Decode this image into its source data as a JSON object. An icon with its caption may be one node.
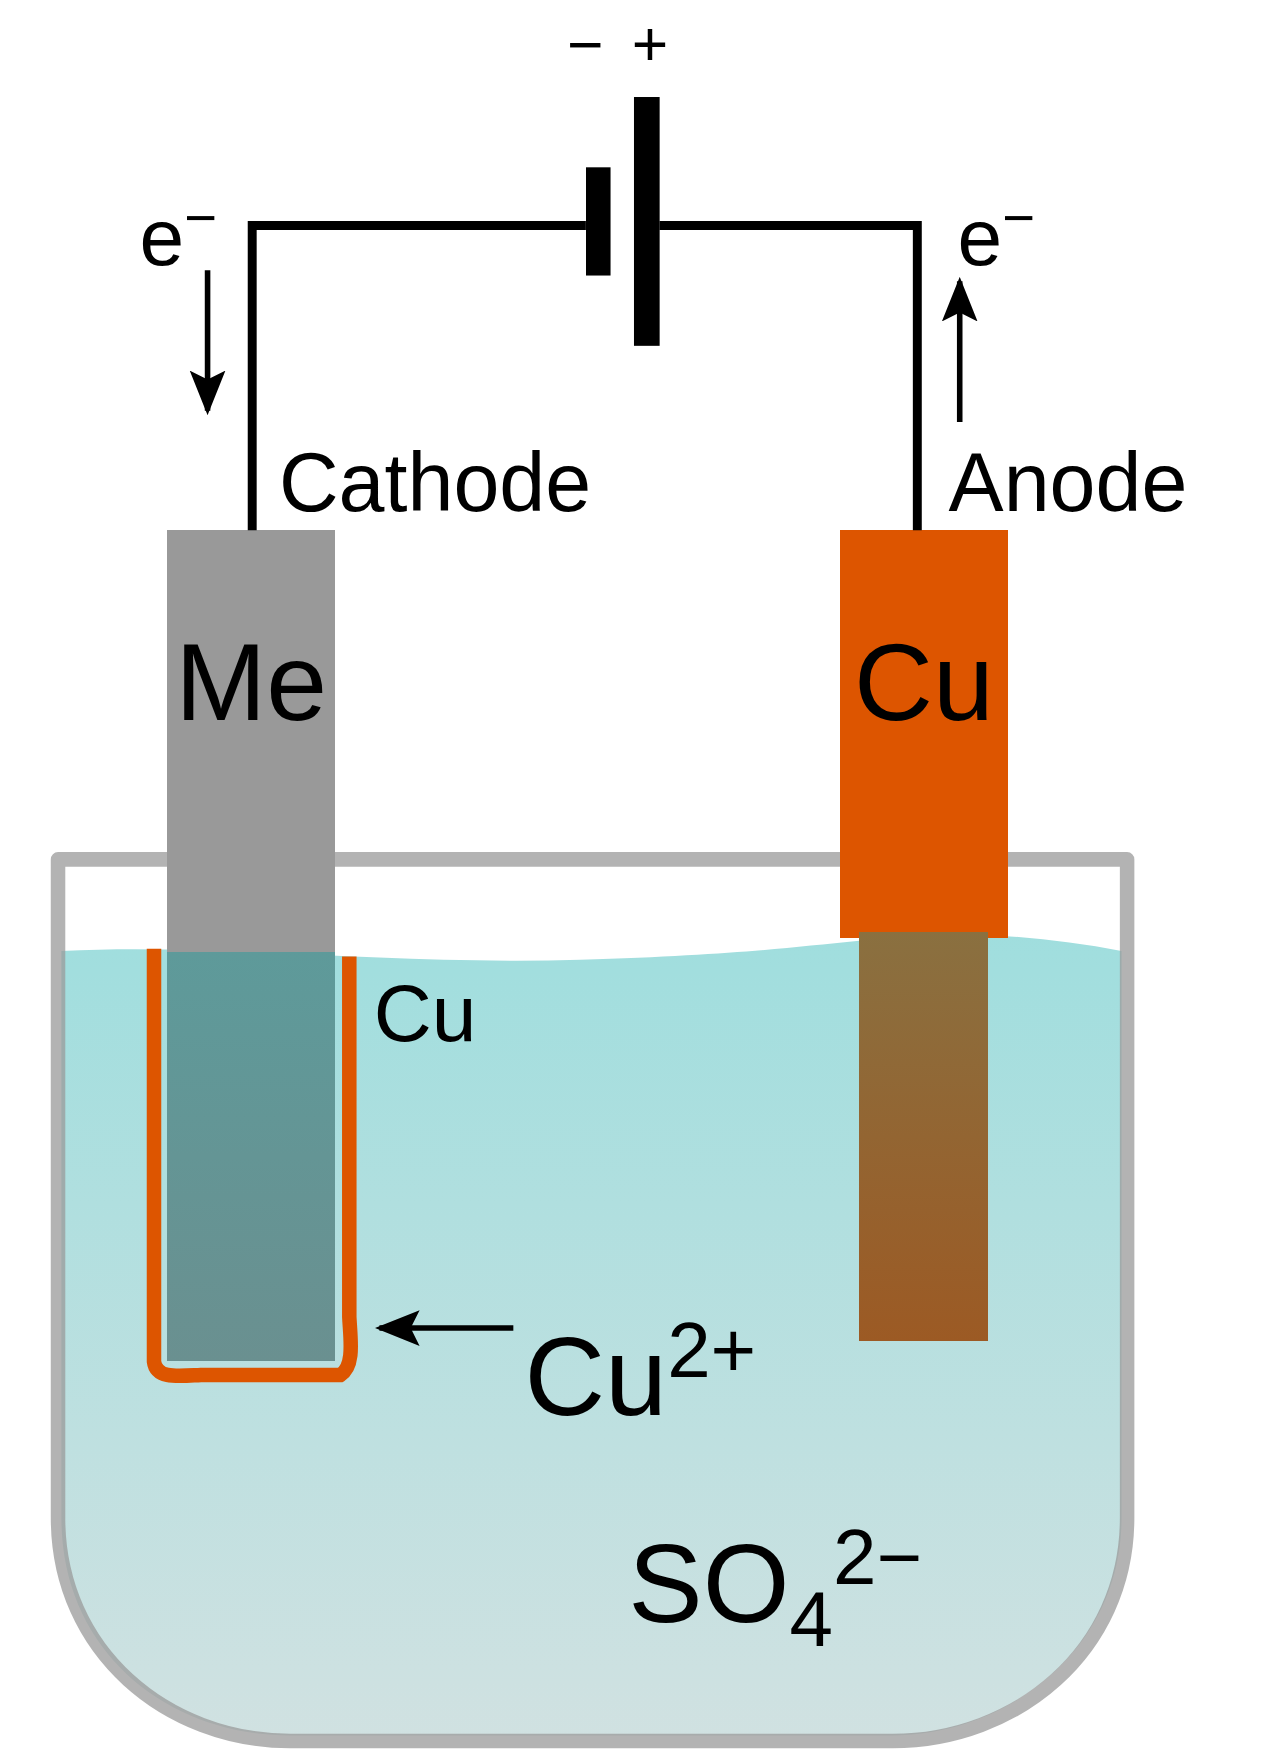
{
  "diagram": {
    "nodes": [
      {
        "text": [],
        "shape": "battery"
      },
      {
        "text": [
          "Me"
        ],
        "beside": [
          "Cathode"
        ]
      },
      {
        "text": [
          "Cu"
        ],
        "beside": [
          "Anode"
        ]
      }
    ],
    "edges": [
      {
        "from": 0,
        "to": 1,
        "arrow": "none"
      },
      {
        "from": 0,
        "to": 2,
        "arrow": "none"
      }
    ],
    "labels": [
      "−",
      "+",
      "e$^{−}$",
      "e$^{−}$",
      "Cu",
      "Cu$^{2+}$",
      "SO$_{4}$$^{2−}$"
    ]
  }
}
